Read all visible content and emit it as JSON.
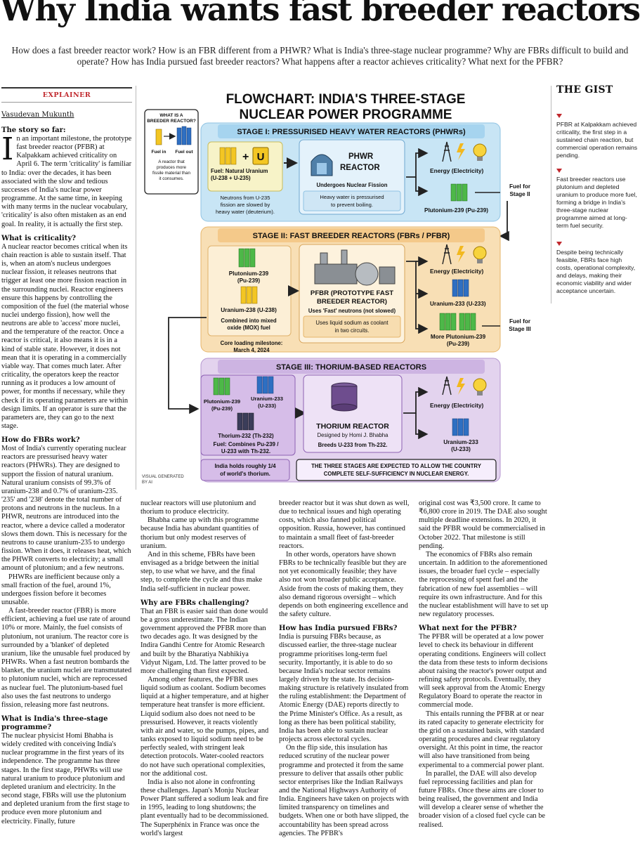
{
  "headline": "Why India wants fast breeder reactors",
  "deck": "How does a fast breeder reactor work? How is an FBR different from a PHWR? What is India's three-stage nuclear programme? Why are FBRs difficult to build and operate? How has India pursued fast breeder reactors? What happens after a reactor achieves criticality? What next for the PFBR?",
  "kicker": "EXPLAINER",
  "byline": "Vasudevan Mukunth",
  "col1": {
    "h_story": "The story so far:",
    "dropcap": "I",
    "p_story": "n an important milestone, the prototype fast breeder reactor (PFBR) at Kalpakkam achieved criticality on April 6. The term 'criticality' is familiar to India: over the decades, it has been associated with the slow and tedious successes of India's nuclear power programme. At the same time, in keeping with many terms in the nuclear vocabulary, 'criticality' is also often mistaken as an end goal. In reality, it is actually the first step.",
    "h_critical": "What is criticality?",
    "p_critical": "A nuclear reactor becomes critical when its chain reaction is able to sustain itself. That is, when an atom's nucleus undergoes nuclear fission, it releases neutrons that trigger at least one more fission reaction in the surrounding nuclei. Reactor engineers ensure this happens by controlling the composition of the fuel (the material whose nuclei undergo fission), how well the neutrons are able to 'access' more nuclei, and the temperature of the reactor. Once a reactor is critical, it also means it is in a kind of stable state. However, it does not mean that it is operating in a commercially viable way. That comes much later. After criticality, the operators keep the reactor running as it produces a low amount of power, for months if necessary, while they check if its operating parameters are within design limits. If an operator is sure that the parameters are, they can go to the next stage.",
    "h_fbr": "How do FBRs work?",
    "p_fbr1": "Most of India's currently operating nuclear reactors are pressurised heavy water reactors (PHWRs). They are designed to support the fission of natural uranium. Natural uranium consists of 99.3% of uranium-238 and 0.7% of uranium-235. '235' and '238' denote the total number of protons and neutrons in the nucleus. In a PHWR, neutrons are introduced into the reactor, where a device called a moderator slows them down. This is necessary for the neutrons to cause uranium-235 to undergo fission. When it does, it releases heat, which the PHWR converts to electricity; a small amount of plutonium; and a few neutrons.",
    "p_fbr2": "PHWRs are inefficient because only a small fraction of the fuel, around 1%, undergoes fission before it becomes unusable.",
    "p_fbr3": "A fast-breeder reactor (FBR) is more efficient, achieving a fuel use rate of around 10% or more. Mainly, the fuel consists of plutonium, not uranium. The reactor core is surrounded by a 'blanket' of depleted uranium, like the unusable fuel produced by PHWRs. When a fast neutron bombards the blanket, the uranium nuclei are transmutated to plutonium nuclei, which are reprocessed as nuclear fuel. The plutonium-based fuel also uses the fast neutrons to undergo fission, releasing more fast neutrons.",
    "h_three": "What is India's three-stage programme?",
    "p_three": "The nuclear physicist Homi Bhabha is widely credited with conceiving India's nuclear programme in the first years of its independence. The programme has three stages. In the first stage, PHWRs will use natural uranium to produce plutonium and depleted uranium and electricity. In the second stage, FBRs will use the plutonium and depleted uranium from the first stage to produce even more plutonium and electricity. Finally, future"
  },
  "col2": {
    "p1": "nuclear reactors will use plutonium and thorium to produce electricity.",
    "p2": "Bhabha came up with this programme because India has abundant quantities of thorium but only modest reserves of uranium.",
    "p3": "And in this scheme, FBRs have been envisaged as a bridge between the initial step, to use what we have, and the final step, to complete the cycle and thus make India self-sufficient in nuclear power.",
    "h_challenge": "Why are FBRs challenging?",
    "p4": "That an FBR is easier said than done would be a gross underestimate. The Indian government approved the PFBR more than two decades ago. It was designed by the Indira Gandhi Centre for Atomic Research and built by the Bharatiya Nabhikiya Vidyut Nigam, Ltd. The latter proved to be more challenging than first expected.",
    "p5": "Among other features, the PFBR uses liquid sodium as coolant. Sodium becomes liquid at a higher temperature, and at higher temperature heat transfer is more efficient. Liquid sodium also does not need to be pressurised. However, it reacts violently with air and water, so the pumps, pipes, and tanks exposed to liquid sodium need to be perfectly sealed, with stringent leak detection protocols. Water-cooled reactors do not have such operational complexities, nor the additional cost.",
    "p6": "India is also not alone in confronting these challenges. Japan's Monju Nuclear Power Plant suffered a sodium leak and fire in 1995, leading to long shutdowns; the plant eventually had to be decommissioned. The Superphénix in France was once the world's largest"
  },
  "col3": {
    "p1": "breeder reactor but it was shut down as well, due to technical issues and high operating costs, which also fanned political opposition. Russia, however, has continued to maintain a small fleet of fast-breeder reactors.",
    "p2": "In other words, operators have shown FBRs to be technically feasible but they are not yet economically feasible; they have also not won broader public acceptance. Aside from the costs of making them, they also demand rigorous oversight – which depends on both engineering excellence and the safety culture.",
    "h_pursued": "How has India pursued FBRs?",
    "p3": "India is pursuing FBRs because, as discussed earlier, the three-stage nuclear programme prioritises long-term fuel security. Importantly, it is able to do so because India's nuclear sector remains largely driven by the state. Its decision-making structure is relatively insulated from the ruling establishment: the Department of Atomic Energy (DAE) reports directly to the Prime Minister's Office. As a result, as long as there has been political stability, India has been able to sustain nuclear projects across electoral cycles.",
    "p4": "On the flip side, this insulation has reduced scrutiny of the nuclear power programme and protected it from the same pressure to deliver that assails other public sector enterprises like the Indian Railways and the National Highways Authority of India. Engineers have taken on projects with limited transparency on timelines and budgets. When one or both have slipped, the accountability has been spread across agencies. The PFBR's"
  },
  "col4": {
    "p1": "original cost was ₹3,500 crore. It came to ₹6,800 crore in 2019. The DAE also sought multiple deadline extensions. In 2020, it said the PFBR would be commercialised in October 2022. That milestone is still pending.",
    "p2": "The economics of FBRs also remain uncertain. In addition to the aforementioned issues, the broader fuel cycle – especially the reprocessing of spent fuel and the fabrication of new fuel assemblies – will require its own infrastructure. And for this the nuclear establishment will have to set up new regulatory processes.",
    "h_next": "What next for the PFBR?",
    "p3": "The PFBR will be operated at a low power level to check its behaviour in different operating conditions. Engineers will collect the data from these tests to inform decisions about raising the reactor's power output and refining safety protocols. Eventually, they will seek approval from the Atomic Energy Regulatory Board to operate the reactor in commercial mode.",
    "p4": "This entails running the PFBR at or near its rated capacity to generate electricity for the grid on a sustained basis, with standard operating procedures and clear regulatory oversight. At this point in time, the reactor will also have transitioned from being experimental to a commercial power plant.",
    "p5": "In parallel, the DAE will also develop fuel reprocessing facilities and plan for future FBRs. Once these aims are closer to being realised, the government and India will develop a clearer sense of whether the broader vision of a closed fuel cycle can be realised."
  },
  "gist": {
    "title": "THE GIST",
    "items": [
      "PFBR at Kalpakkam achieved criticality, the first step in a sustained chain reaction, but commercial operation remains pending.",
      "Fast breeder reactors use plutonium and depleted uranium to produce more fuel, forming a bridge in India's three-stage nuclear programme aimed at long-term fuel security.",
      "Despite being technically feasible, FBRs face high costs, operational complexity, and delays, making their economic viability and wider acceptance uncertain."
    ]
  },
  "flowchart": {
    "title1": "FLOWCHART: INDIA'S THREE-STAGE",
    "title2": "NUCLEAR POWER PROGRAMME",
    "whatis_title1": "WHAT IS A",
    "whatis_title2": "BREEDER REACTOR?",
    "fuel_in": "Fuel in",
    "fuel_out": "Fuel out",
    "whatis_desc1": "A reactor that",
    "whatis_desc2": "produces more",
    "whatis_desc3": "fissile material than",
    "whatis_desc4": "it consumes.",
    "stage1": {
      "header": "STAGE I: PRESSURISED HEAVY WATER REACTORS (PHWRs)",
      "fuel1": "Fuel: Natural Uranium",
      "fuel2": "(U-238 + U-235)",
      "neut1": "Neutrons from U-235",
      "neut2": "fission are slowed by",
      "neut3": "heavy water (deuterium).",
      "reactor1": "PHWR",
      "reactor2": "REACTOR",
      "fission": "Undergoes Nuclear Fission",
      "hw1": "Heavy water is pressurised",
      "hw2": "to prevent boiling.",
      "energy": "Energy (Electricity)",
      "pu": "Plutonium-239 (Pu-239)",
      "fuelfor1": "Fuel for",
      "fuelfor2": "Stage II"
    },
    "stage2": {
      "header": "STAGE II: FAST BREEDER REACTORS (FBRs / PFBR)",
      "pu1": "Plutonium-239",
      "pu2": "(Pu-239)",
      "u238": "Uranium-238 (U-238)",
      "mox1": "Combined into mixed",
      "mox2": "oxide (MOX) fuel",
      "reactor1": "PFBR (PROTOTYPE FAST",
      "reactor2": "BREEDER REACTOR)",
      "fast": "Uses 'Fast' neutrons (not slowed)",
      "sodium1": "Uses liquid sodium as coolant",
      "sodium2": "in two circuits.",
      "milestone1": "Core loading milestone:",
      "milestone2": "March 4, 2024",
      "energy": "Energy (Electricity)",
      "u233": "Uranium-233 (U-233)",
      "morepu1": "More Plutonium-239",
      "morepu2": "(Pu-239)",
      "fuelfor1": "Fuel for",
      "fuelfor2": "Stage III"
    },
    "stage3": {
      "header": "STAGE III: THORIUM-BASED REACTORS",
      "pu1": "Plutonium-239",
      "pu2": "(Pu-239)",
      "u1": "Uranium-233",
      "u2": "(U-233)",
      "th": "Thorium-232 (Th-232)",
      "fuel1": "Fuel: Combines Pu-239 /",
      "fuel2": "U-233 with Th-232.",
      "reactor": "THORIUM REACTOR",
      "designed": "Designed by Homi J. Bhabha",
      "breeds": "Breeds U-233 from Th-232.",
      "energy": "Energy (Electricity)",
      "u233a": "Uranium-233",
      "u233b": "(U-233)",
      "holds1": "India holds roughly 1/4",
      "holds2": "of world's thorium.",
      "expected1": "THE THREE STAGES ARE EXPECTED TO ALLOW THE COUNTRY",
      "expected2": "COMPLETE SELF-SUFFICIENCY IN NUCLEAR ENERGY."
    },
    "visual1": "VISUAL GENERATED",
    "visual2": "BY AI"
  }
}
